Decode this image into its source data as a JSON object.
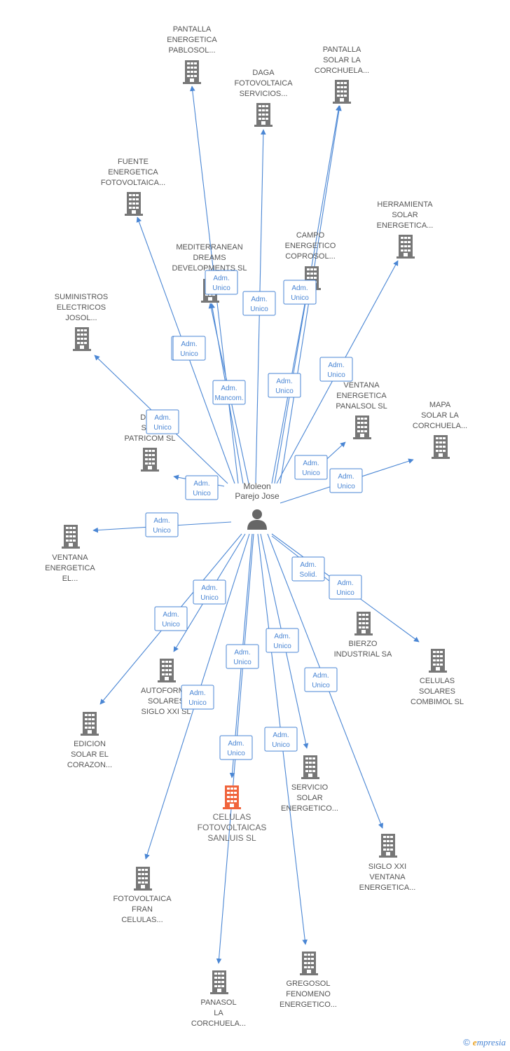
{
  "person": {
    "name": [
      "Moleon",
      "Parejo Jose"
    ],
    "icon": "person-icon"
  },
  "colors": {
    "edge": "#4a86d4",
    "building": "#777777",
    "focus": "#f0643c"
  },
  "companies": [
    {
      "id": "pantalla-energetica",
      "label": [
        "PANTALLA",
        "ENERGETICA",
        "PABLOSOL..."
      ]
    },
    {
      "id": "daga-fotovoltaica",
      "label": [
        "DAGA",
        "FOTOVOLTAICA",
        "SERVICIOS..."
      ]
    },
    {
      "id": "pantalla-solar",
      "label": [
        "PANTALLA",
        "SOLAR LA",
        "CORCHUELA..."
      ]
    },
    {
      "id": "fuente-energetica",
      "label": [
        "FUENTE",
        "ENERGETICA",
        "FOTOVOLTAICA..."
      ]
    },
    {
      "id": "herramienta-solar",
      "label": [
        "HERRAMIENTA",
        "SOLAR",
        "ENERGETICA..."
      ]
    },
    {
      "id": "mediterranean-dreams",
      "label": [
        "MEDITERRANEAN",
        "DREAMS",
        "DEVELOPMENTS SL"
      ]
    },
    {
      "id": "campo-energetico",
      "label": [
        "CAMPO",
        "ENERGETICO",
        "COPROSOL..."
      ]
    },
    {
      "id": "suministros-electricos",
      "label": [
        "SUMINISTROS",
        "ELECTRICOS",
        "JOSOL..."
      ]
    },
    {
      "id": "ventana-panalsol",
      "label": [
        "VENTANA",
        "ENERGETICA",
        "PANALSOL SL"
      ]
    },
    {
      "id": "mapa-solar",
      "label": [
        "MAPA",
        "SOLAR LA",
        "CORCHUELA..."
      ]
    },
    {
      "id": "dis-patricom",
      "label": [
        "DIS...",
        "SO...",
        "PATRICOM SL"
      ]
    },
    {
      "id": "ventana-el",
      "label": [
        "VENTANA",
        "ENERGETICA",
        "EL..."
      ]
    },
    {
      "id": "bierzo-industrial",
      "label": [
        "BIERZO",
        "INDUSTRIAL SA"
      ]
    },
    {
      "id": "celulas-combimol",
      "label": [
        "CELULAS",
        "SOLARES",
        "COMBIMOL SL"
      ]
    },
    {
      "id": "autoform-solares",
      "label": [
        "AUTOFORM...",
        "SOLARES",
        "SIGLO XXI SL"
      ]
    },
    {
      "id": "edicion-solar",
      "label": [
        "EDICION",
        "SOLAR EL",
        "CORAZON..."
      ]
    },
    {
      "id": "celulas-sanluis",
      "label": [
        "CELULAS",
        "FOTOVOLTAICAS",
        "SANLUIS SL"
      ],
      "focus": true
    },
    {
      "id": "servicio-solar",
      "label": [
        "SERVICIO",
        "SOLAR",
        "ENERGETICO..."
      ]
    },
    {
      "id": "siglo-xxi-ventana",
      "label": [
        "SIGLO XXI",
        "VENTANA",
        "ENERGETICA..."
      ]
    },
    {
      "id": "fotovoltaica-fran",
      "label": [
        "FOTOVOLTAICA",
        "FRAN",
        "CELULAS..."
      ]
    },
    {
      "id": "gregosol-fenomeno",
      "label": [
        "GREGOSOL",
        "FENOMENO",
        "ENERGETICO..."
      ]
    },
    {
      "id": "panasol-corchuela",
      "label": [
        "PANASOL",
        "LA",
        "CORCHUELA..."
      ]
    }
  ],
  "edges": [
    {
      "to": "pantalla-energetica",
      "role": [
        "Adm.",
        "Unico"
      ]
    },
    {
      "to": "daga-fotovoltaica",
      "role": [
        "Adm.",
        "Unico"
      ]
    },
    {
      "to": "pantalla-solar",
      "role": [
        "Adm.",
        "Unico"
      ]
    },
    {
      "to": "fuente-energetica",
      "role": [
        "Adm.",
        "Unico"
      ]
    },
    {
      "to": "herramienta-solar",
      "role": [
        "Adm.",
        "Unico"
      ]
    },
    {
      "to": "mediterranean-dreams",
      "role": [
        "Adm.",
        "Mancom."
      ]
    },
    {
      "to": "campo-energetico",
      "role": [
        "Adm.",
        "Unico"
      ]
    },
    {
      "to": "suministros-electricos",
      "role": [
        "Adm.",
        "Unico"
      ]
    },
    {
      "to": "ventana-panalsol",
      "role": [
        "Adm.",
        "Unico"
      ]
    },
    {
      "to": "mapa-solar",
      "role": [
        "Adm.",
        "Unico"
      ]
    },
    {
      "to": "dis-patricom",
      "role": [
        "Adm.",
        "Unico"
      ]
    },
    {
      "to": "ventana-el",
      "role": [
        "Adm.",
        "Unico"
      ]
    },
    {
      "to": "bierzo-industrial",
      "role": [
        "Adm.",
        "Solid."
      ]
    },
    {
      "to": "celulas-combimol",
      "role": [
        "Adm.",
        "Unico"
      ]
    },
    {
      "to": "autoform-solares",
      "role": [
        "Adm.",
        "Unico"
      ]
    },
    {
      "to": "edicion-solar",
      "role": [
        "Adm.",
        "Unico"
      ]
    },
    {
      "to": "celulas-sanluis",
      "role": [
        "Adm.",
        "Unico"
      ]
    },
    {
      "to": "servicio-solar",
      "role": [
        "Adm.",
        "Unico"
      ]
    },
    {
      "to": "siglo-xxi-ventana",
      "role": [
        "Adm.",
        "Unico"
      ]
    },
    {
      "to": "fotovoltaica-fran",
      "role": [
        "Adm.",
        "Unico"
      ]
    },
    {
      "to": "gregosol-fenomeno",
      "role": [
        "Adm.",
        "Unico"
      ]
    },
    {
      "to": "panasol-corchuela",
      "role": [
        "Adm.",
        "Unico"
      ]
    },
    {
      "to": "mediterranean-dreams",
      "role": [
        "Adm.",
        "Unico"
      ]
    },
    {
      "to": "pantalla-solar",
      "role": [
        "Adm.",
        "Unico"
      ]
    }
  ],
  "footer": {
    "copyright": "©",
    "brand_first": "e",
    "brand_rest": "mpresia"
  }
}
